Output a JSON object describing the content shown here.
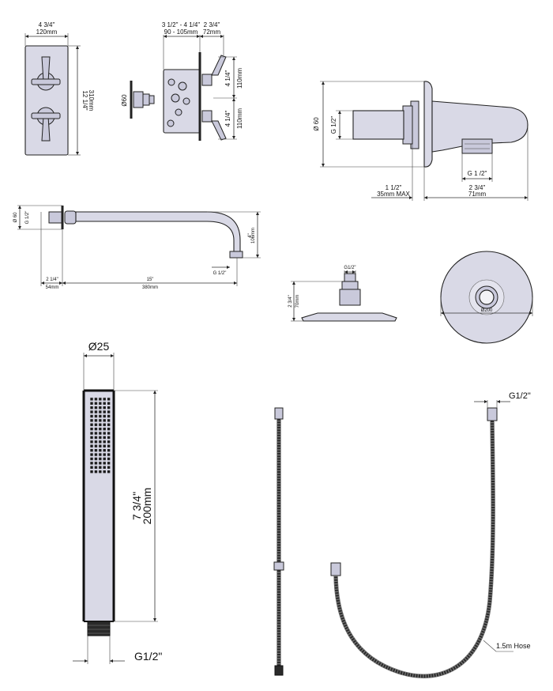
{
  "valve_front": {
    "width_in": "4 3/4\"",
    "width_mm": "120mm",
    "height_in": "12 1/4\"",
    "height_mm": "310mm"
  },
  "valve_side": {
    "depth_in": "3 1/2\" - 4 1/4\"",
    "depth_mm": "90 - 105mm",
    "handle_in": "2 3/4\"",
    "handle_mm": "72mm",
    "spacing_in": "4 1/4\"",
    "spacing_mm": "110mm",
    "diameter": "Ø60"
  },
  "elbow": {
    "diameter": "Ø 60",
    "thread": "G 1/2\"",
    "outlet_thread": "G 1 /2\"",
    "depth_in": "1 1/2\"",
    "depth_mm": "35mm MAX",
    "reach_in": "2 3/4\"",
    "reach_mm": "71mm"
  },
  "arm": {
    "diameter": "Ø 60",
    "thread_in": "G 1/2\"",
    "flange_in": "2 1/4\"",
    "flange_mm": "54mm",
    "length_in": "15\"",
    "length_mm": "380mm",
    "drop_in": "4\"",
    "drop_mm": "106mm",
    "outlet": "G 1/2\""
  },
  "head_side": {
    "thread": "G1/2\"",
    "height_in": "2 3/4\"",
    "height_mm": "70mm"
  },
  "head_top": {
    "diameter": "Ø200"
  },
  "handset": {
    "diameter": "Ø25",
    "length_in": "7 3/4\"",
    "length_mm": "200mm",
    "thread": "G1/2\""
  },
  "hose": {
    "thread": "G1/2\"",
    "length": "1.5m Hose"
  }
}
